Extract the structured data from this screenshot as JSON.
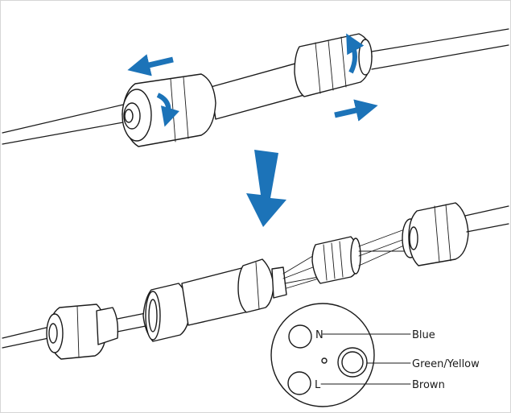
{
  "colors": {
    "arrow": "#1c73b8",
    "ink": "#1a1a1a",
    "background": "#ffffff"
  },
  "steps": [
    {
      "action": "unscrew-nuts",
      "icons": [
        "arrow-left-icon",
        "rotate-icon",
        "rotate-icon",
        "arrow-right-icon"
      ]
    },
    {
      "action": "connect-wires",
      "icons": [
        "arrow-down-icon"
      ]
    }
  ],
  "terminal_diagram": {
    "pins": [
      {
        "pin": "N",
        "wire": "Blue"
      },
      {
        "pin": "",
        "wire": "Green/Yellow"
      },
      {
        "pin": "L",
        "wire": "Brown"
      }
    ]
  }
}
